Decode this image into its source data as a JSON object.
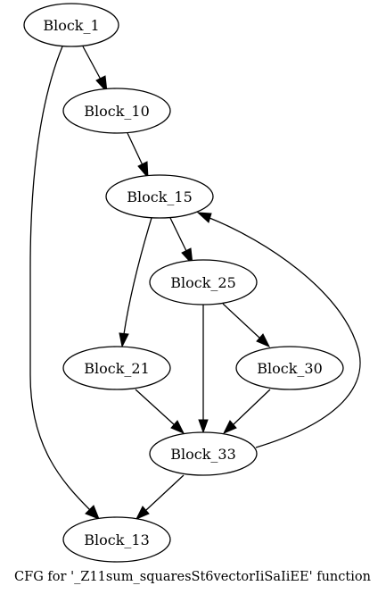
{
  "diagram": {
    "caption": "CFG for '_Z11sum_squaresSt6vectorIiSaIiEE' function",
    "nodes": {
      "b1": "Block_1",
      "b10": "Block_10",
      "b15": "Block_15",
      "b25": "Block_25",
      "b21": "Block_21",
      "b30": "Block_30",
      "b33": "Block_33",
      "b13": "Block_13"
    }
  }
}
